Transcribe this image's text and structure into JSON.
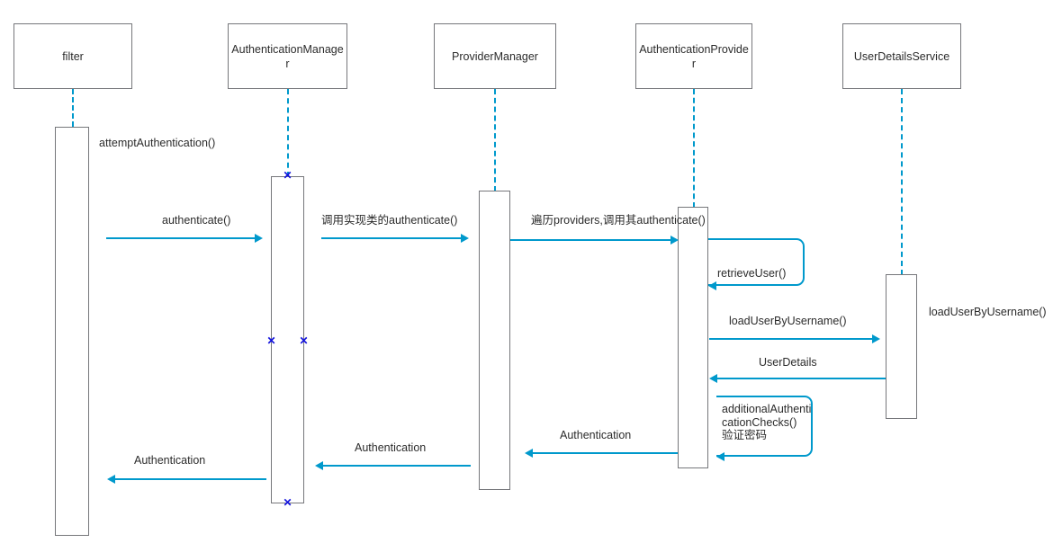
{
  "diagram": {
    "type": "uml-sequence-diagram",
    "title": "Spring Security authentication sequence",
    "accent_color": "#0099cc",
    "box_border_color": "#76777b",
    "text_color": "#2b2b2b",
    "destroy_marker_color": "#1111dd",
    "destroy_marker_glyph": "✕"
  },
  "participants": [
    {
      "id": "filter",
      "label": "filter"
    },
    {
      "id": "authentication-manager",
      "label": "AuthenticationManager"
    },
    {
      "id": "provider-manager",
      "label": "ProviderManager"
    },
    {
      "id": "authentication-provider",
      "label": "AuthenticationProvider"
    },
    {
      "id": "user-details-service",
      "label": "UserDetailsService"
    }
  ],
  "messages": [
    {
      "id": "attempt-authentication",
      "label": "attemptAuthentication()",
      "kind": "note"
    },
    {
      "id": "authenticate",
      "label": "authenticate()",
      "kind": "call",
      "direction": "right",
      "from": "filter",
      "to": "authentication-manager"
    },
    {
      "id": "call-impl-authenticate",
      "label": "调用实现类的authenticate()",
      "kind": "call",
      "direction": "right",
      "from": "authentication-manager",
      "to": "provider-manager"
    },
    {
      "id": "iterate-providers",
      "label": "遍历providers,调用其authenticate()",
      "kind": "call",
      "direction": "right",
      "from": "provider-manager",
      "to": "authentication-provider"
    },
    {
      "id": "retrieve-user",
      "label": "retrieveUser()",
      "kind": "self-call",
      "on": "authentication-provider"
    },
    {
      "id": "load-user-by-username",
      "label": "loadUserByUsername()",
      "kind": "call",
      "direction": "right",
      "from": "authentication-provider",
      "to": "user-details-service"
    },
    {
      "id": "load-user-by-username-note",
      "label": "loadUserByUsername()",
      "kind": "note"
    },
    {
      "id": "user-details",
      "label": "UserDetails",
      "kind": "return",
      "direction": "left",
      "from": "user-details-service",
      "to": "authentication-provider"
    },
    {
      "id": "additional-authentication-checks",
      "label": "additionalAuthenticationChecks()\n验证密码",
      "kind": "self-call",
      "on": "authentication-provider"
    },
    {
      "id": "authentication-return-1",
      "label": "Authentication",
      "kind": "return",
      "direction": "left",
      "from": "authentication-provider",
      "to": "provider-manager"
    },
    {
      "id": "authentication-return-2",
      "label": "Authentication",
      "kind": "return",
      "direction": "left",
      "from": "provider-manager",
      "to": "authentication-manager"
    },
    {
      "id": "authentication-return-3",
      "label": "Authentication",
      "kind": "return",
      "direction": "left",
      "from": "authentication-manager",
      "to": "filter"
    }
  ],
  "labels": {
    "additional_checks_line1": "additionalAuthenti",
    "additional_checks_line2": "cationChecks()",
    "additional_checks_line3": "验证密码"
  }
}
